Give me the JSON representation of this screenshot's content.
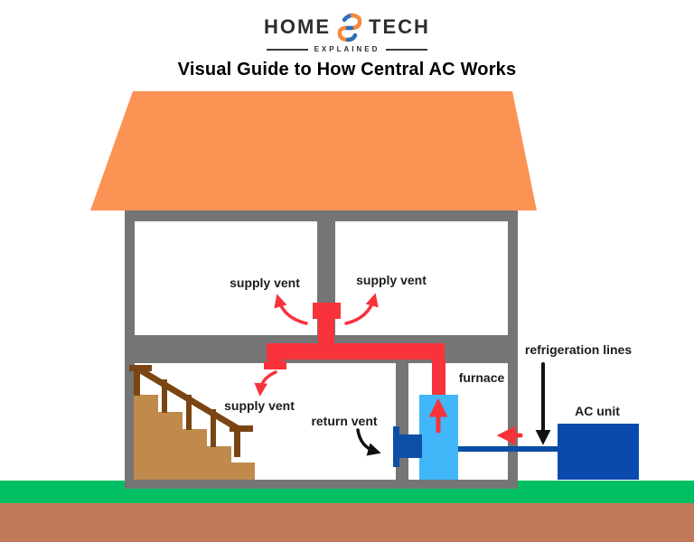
{
  "header": {
    "logo": {
      "word_left": "HOME",
      "word_right": "TECH",
      "tagline": "EXPLAINED"
    },
    "title": "Visual Guide to How Central AC Works"
  },
  "labels": {
    "supply_vent_upper_left": "supply vent",
    "supply_vent_upper_right": "supply vent",
    "supply_vent_lower": "supply vent",
    "return_vent": "return vent",
    "furnace": "furnace",
    "refrigeration_lines": "refrigeration lines",
    "ac_unit": "AC unit"
  },
  "colors": {
    "roof_orange": "#FB9355",
    "wall_gray": "#757575",
    "duct_red": "#F8333C",
    "furnace_blue": "#41B6F8",
    "ac_blue": "#0A4AAD",
    "vent_blue": "#0D4FA6",
    "line_blue": "#0A4DA4",
    "grass_green": "#00BF63",
    "dirt_brown": "#C17A59",
    "stair_tan": "#C08A4D",
    "rail_brown": "#7A4512",
    "logo_orange": "#F6893B",
    "logo_blue": "#2E6FB7",
    "text_dark": "#1C1C1C"
  }
}
